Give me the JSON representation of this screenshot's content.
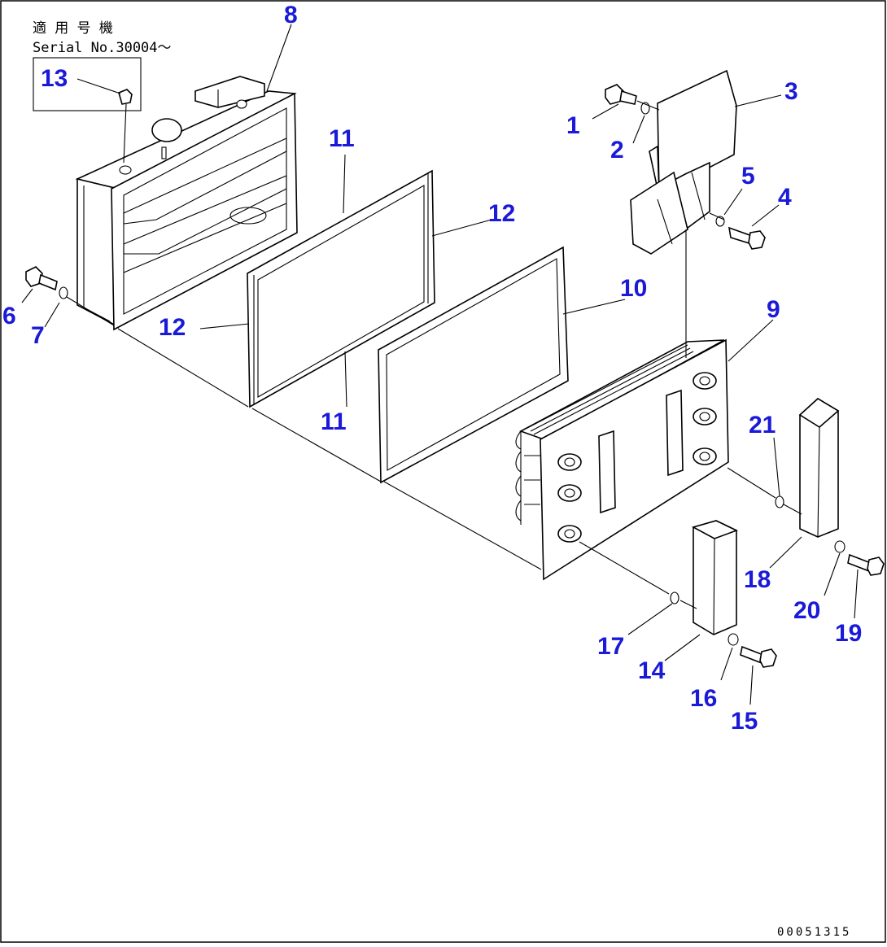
{
  "header": {
    "applicable_model": "適 用 号 機",
    "serial_number": "Serial No.30004～"
  },
  "drawing_number": "00051315",
  "callouts": [
    "1",
    "2",
    "3",
    "4",
    "5",
    "6",
    "7",
    "8",
    "9",
    "10",
    "11",
    "11",
    "12",
    "12",
    "13",
    "14",
    "15",
    "16",
    "17",
    "18",
    "19",
    "20",
    "21"
  ],
  "colors": {
    "callout": "#1a1ad8",
    "line": "#000000",
    "background": "#ffffff"
  }
}
